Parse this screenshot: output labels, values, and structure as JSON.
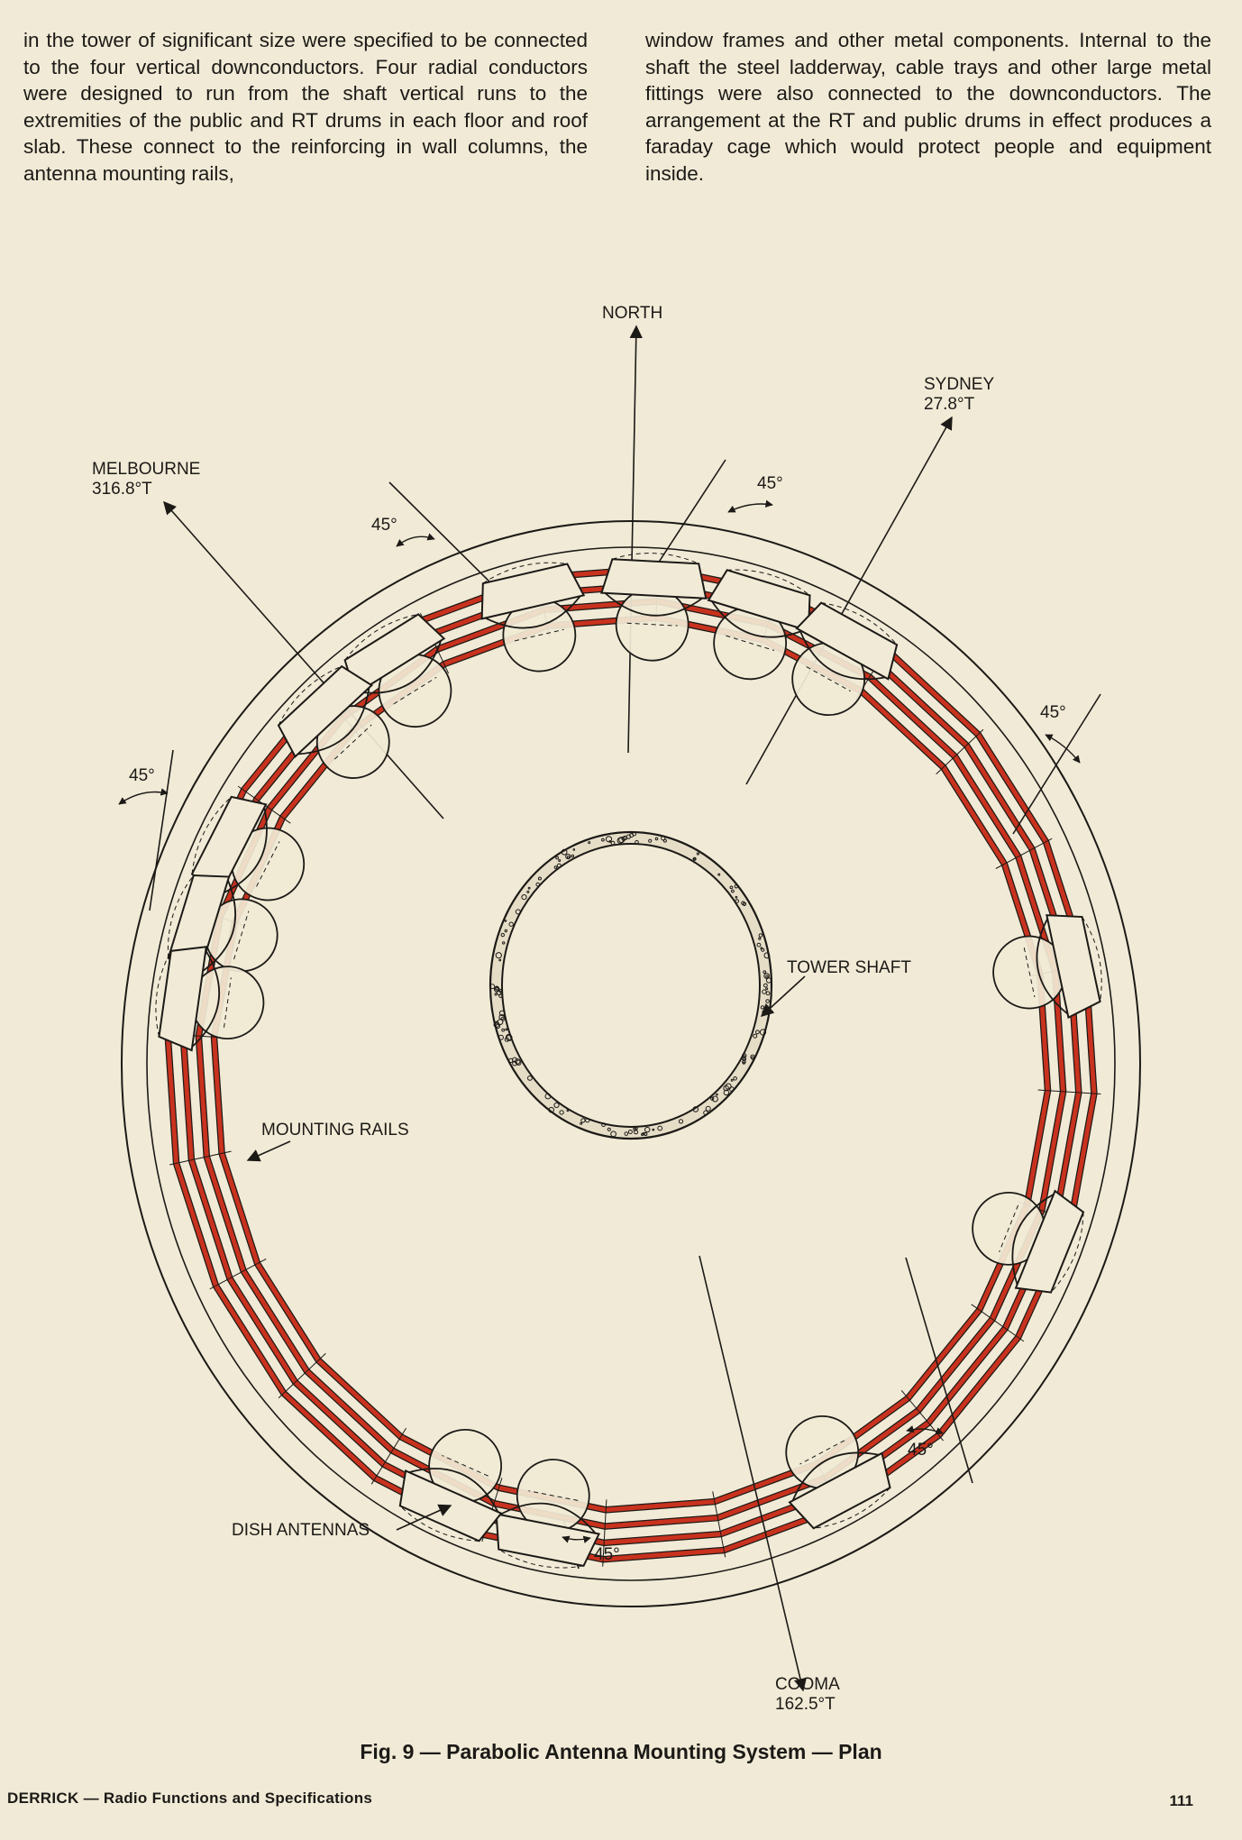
{
  "text": {
    "left_column": "in the tower of significant size were specified to be connected to the four vertical downconductors. Four radial conductors were designed to run from the shaft vertical runs to the extremities of the public and RT drums in each floor and roof slab. These connect to the reinforcing in wall columns, the antenna mounting rails,",
    "right_column": "window frames and other metal components. Internal to the shaft the steel ladderway, cable trays and other large metal fittings were also connected to the downconductors. The arrangement at the RT and public drums in effect produces a faraday cage which would protect people and equipment inside."
  },
  "figure": {
    "labels": {
      "north": "NORTH",
      "sydney": "SYDNEY",
      "sydney_bearing": "27.8°T",
      "melbourne": "MELBOURNE",
      "melbourne_bearing": "316.8°T",
      "cooma": "COOMA",
      "cooma_bearing": "162.5°T",
      "tower_shaft": "TOWER SHAFT",
      "mounting_rails": "MOUNTING RAILS",
      "dish_antennas": "DISH ANTENNAS",
      "angle": "45°"
    },
    "colors": {
      "rails": "#c8321e",
      "lines": "#1c1a17",
      "paper": "#f1ead6"
    }
  },
  "caption": "Fig. 9 — Parabolic Antenna Mounting System — Plan",
  "footer": {
    "running_head": "DERRICK — Radio Functions and Specifications",
    "page_number": "111"
  }
}
